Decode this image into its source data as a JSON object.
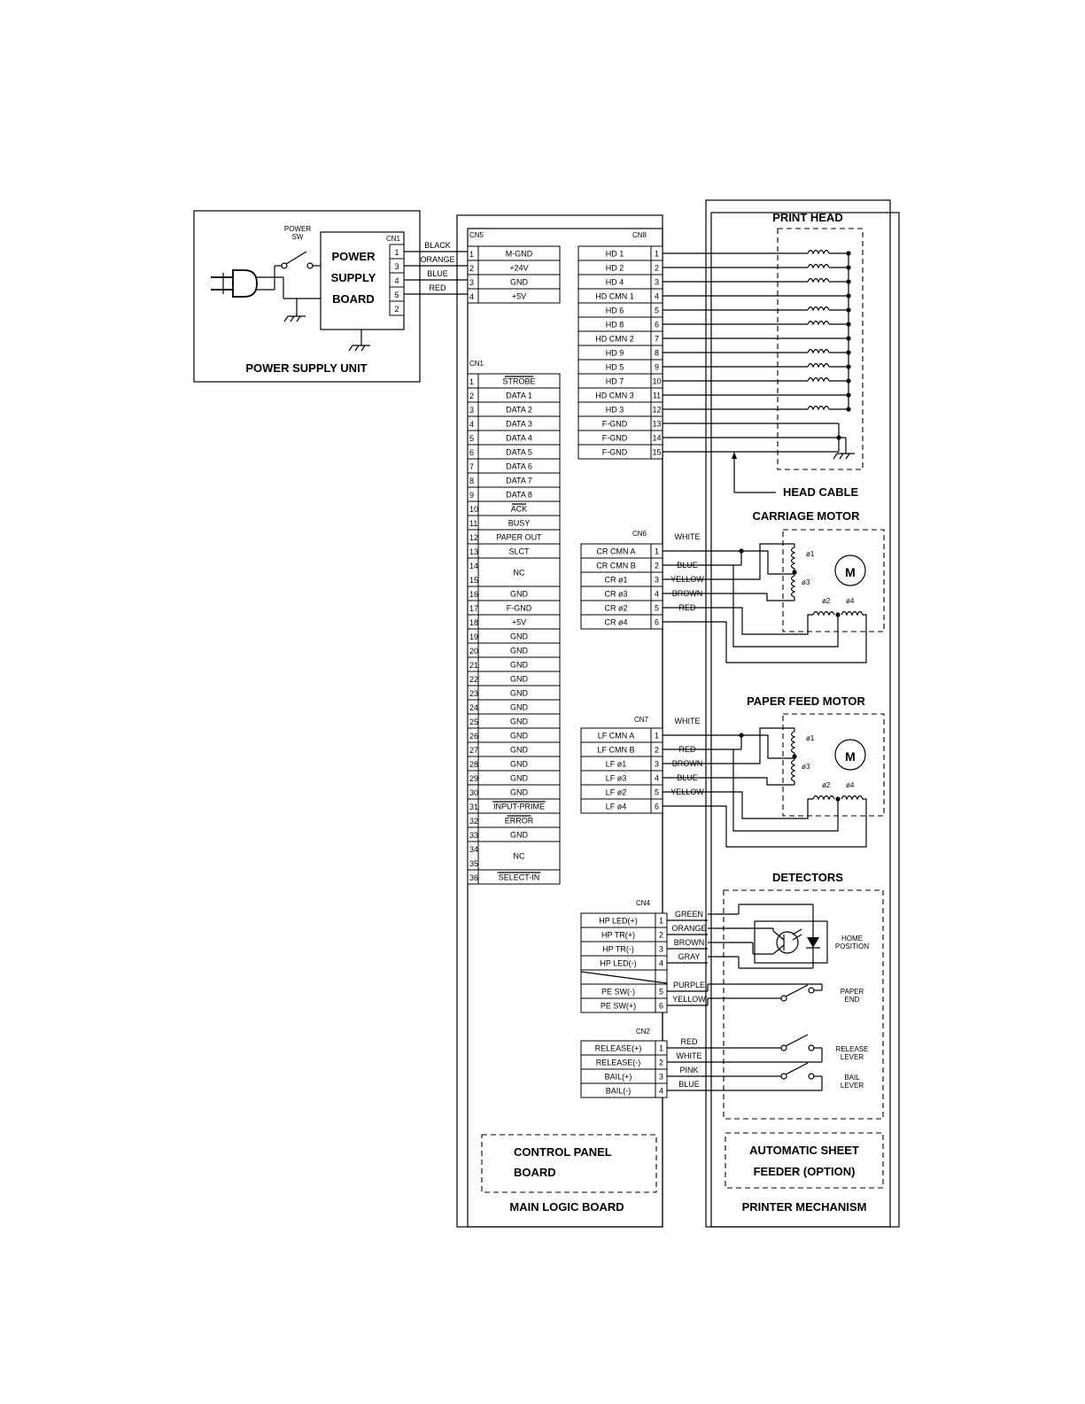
{
  "power_unit": {
    "title": "POWER SUPPLY UNIT",
    "switch_label_1": "POWER",
    "switch_label_2": "SW",
    "board_lines": [
      "POWER",
      "SUPPLY",
      "BOARD"
    ],
    "cn1_label": "CN1",
    "cn1_pins": [
      "1",
      "3",
      "4",
      "5",
      "2"
    ]
  },
  "power_wires": [
    "BLACK",
    "ORANGE",
    "BLUE",
    "RED"
  ],
  "main_board": {
    "title": "MAIN LOGIC BOARD",
    "control_panel": [
      "CONTROL PANEL",
      "BOARD"
    ],
    "cn5": {
      "label": "CN5",
      "pins": [
        {
          "num": "1",
          "sig": "M-GND"
        },
        {
          "num": "2",
          "sig": "+24V"
        },
        {
          "num": "3",
          "sig": "GND"
        },
        {
          "num": "4",
          "sig": "+5V"
        }
      ]
    },
    "cn1": {
      "label": "CN1",
      "pins": [
        {
          "num": "1",
          "sig": "STROBE",
          "over": true
        },
        {
          "num": "2",
          "sig": "DATA 1"
        },
        {
          "num": "3",
          "sig": "DATA 2"
        },
        {
          "num": "4",
          "sig": "DATA 3"
        },
        {
          "num": "5",
          "sig": "DATA 4"
        },
        {
          "num": "6",
          "sig": "DATA 5"
        },
        {
          "num": "7",
          "sig": "DATA 6"
        },
        {
          "num": "8",
          "sig": "DATA 7"
        },
        {
          "num": "9",
          "sig": "DATA 8"
        },
        {
          "num": "10",
          "sig": "ACK",
          "over": true
        },
        {
          "num": "11",
          "sig": "BUSY"
        },
        {
          "num": "12",
          "sig": "PAPER OUT"
        },
        {
          "num": "13",
          "sig": "SLCT"
        },
        {
          "num": "14",
          "sig": "NC",
          "span": 2,
          "num2": "15"
        },
        {
          "num": "16",
          "sig": "GND"
        },
        {
          "num": "17",
          "sig": "F-GND"
        },
        {
          "num": "18",
          "sig": "+5V"
        },
        {
          "num": "19",
          "sig": "GND"
        },
        {
          "num": "20",
          "sig": "GND"
        },
        {
          "num": "21",
          "sig": "GND"
        },
        {
          "num": "22",
          "sig": "GND"
        },
        {
          "num": "23",
          "sig": "GND"
        },
        {
          "num": "24",
          "sig": "GND"
        },
        {
          "num": "25",
          "sig": "GND"
        },
        {
          "num": "26",
          "sig": "GND"
        },
        {
          "num": "27",
          "sig": "GND"
        },
        {
          "num": "28",
          "sig": "GND"
        },
        {
          "num": "29",
          "sig": "GND"
        },
        {
          "num": "30",
          "sig": "GND"
        },
        {
          "num": "31",
          "sig": "INPUT-PRIME",
          "over": true
        },
        {
          "num": "32",
          "sig": "ERROR",
          "over": true
        },
        {
          "num": "33",
          "sig": "GND"
        },
        {
          "num": "34",
          "sig": "NC",
          "span": 2,
          "num2": "35"
        },
        {
          "num": "36",
          "sig": "SELECT-IN",
          "over": true
        }
      ]
    },
    "cn8": {
      "label": "CN8",
      "pins": [
        {
          "num": "1",
          "sig": "HD 1"
        },
        {
          "num": "2",
          "sig": "HD 2"
        },
        {
          "num": "3",
          "sig": "HD 4"
        },
        {
          "num": "4",
          "sig": "HD CMN 1"
        },
        {
          "num": "5",
          "sig": "HD 6"
        },
        {
          "num": "6",
          "sig": "HD 8"
        },
        {
          "num": "7",
          "sig": "HD CMN 2"
        },
        {
          "num": "8",
          "sig": "HD 9"
        },
        {
          "num": "9",
          "sig": "HD 5"
        },
        {
          "num": "10",
          "sig": "HD 7"
        },
        {
          "num": "11",
          "sig": "HD CMN 3"
        },
        {
          "num": "12",
          "sig": "HD 3"
        },
        {
          "num": "13",
          "sig": "F-GND"
        },
        {
          "num": "14",
          "sig": "F-GND"
        },
        {
          "num": "15",
          "sig": "F-GND"
        }
      ]
    },
    "cn6": {
      "label": "CN6",
      "pins": [
        {
          "num": "1",
          "sig": "CR CMN A"
        },
        {
          "num": "2",
          "sig": "CR CMN B"
        },
        {
          "num": "3",
          "sig": "CR ø1"
        },
        {
          "num": "4",
          "sig": "CR ø3"
        },
        {
          "num": "5",
          "sig": "CR ø2"
        },
        {
          "num": "6",
          "sig": "CR ø4"
        }
      ]
    },
    "cn7": {
      "label": "CN7",
      "pins": [
        {
          "num": "1",
          "sig": "LF CMN A"
        },
        {
          "num": "2",
          "sig": "LF CMN B"
        },
        {
          "num": "3",
          "sig": "LF ø1"
        },
        {
          "num": "4",
          "sig": "LF ø3"
        },
        {
          "num": "5",
          "sig": "LF ø2"
        },
        {
          "num": "6",
          "sig": "LF ø4"
        }
      ]
    },
    "cn4": {
      "label": "CN4",
      "pins": [
        {
          "num": "1",
          "sig": "HP LED(+)"
        },
        {
          "num": "2",
          "sig": "HP TR(+)"
        },
        {
          "num": "3",
          "sig": "HP TR(-)"
        },
        {
          "num": "4",
          "sig": "HP LED(-)"
        },
        {
          "num": "",
          "sig": ""
        },
        {
          "num": "5",
          "sig": "PE SW(-)"
        },
        {
          "num": "6",
          "sig": "PE SW(+)"
        }
      ]
    },
    "cn2": {
      "label": "CN2",
      "pins": [
        {
          "num": "1",
          "sig": "RELEASE(+)"
        },
        {
          "num": "2",
          "sig": "RELEASE(-)"
        },
        {
          "num": "3",
          "sig": "BAIL(+)"
        },
        {
          "num": "4",
          "sig": "BAIL(-)"
        }
      ]
    }
  },
  "wires": {
    "cn6": [
      "WHITE",
      "BLUE",
      "YELLOW",
      "BROWN",
      "RED"
    ],
    "cn7": [
      "WHITE",
      "RED",
      "BROWN",
      "BLUE",
      "YELLOW"
    ],
    "cn4": [
      "GREEN",
      "ORANGE",
      "BROWN",
      "GRAY",
      "PURPLE",
      "YELLOW"
    ],
    "cn2": [
      "RED",
      "WHITE",
      "PINK",
      "BLUE"
    ]
  },
  "mechanism": {
    "title": "PRINTER MECHANISM",
    "print_head": "PRINT HEAD",
    "head_cable": "HEAD CABLE",
    "carriage_motor": "CARRIAGE MOTOR",
    "paper_feed_motor": "PAPER FEED MOTOR",
    "motor_symbol": "M",
    "phase_labels": [
      "ø1",
      "ø3",
      "ø2",
      "ø4"
    ],
    "detectors": "DETECTORS",
    "home_position": [
      "HOME",
      "POSITION"
    ],
    "paper_end": [
      "PAPER",
      "END"
    ],
    "release_lever": [
      "RELEASE",
      "LEVER"
    ],
    "bail_lever": [
      "BAIL",
      "LEVER"
    ],
    "auto_sheet_feeder": [
      "AUTOMATIC SHEET",
      "FEEDER (OPTION)"
    ]
  }
}
